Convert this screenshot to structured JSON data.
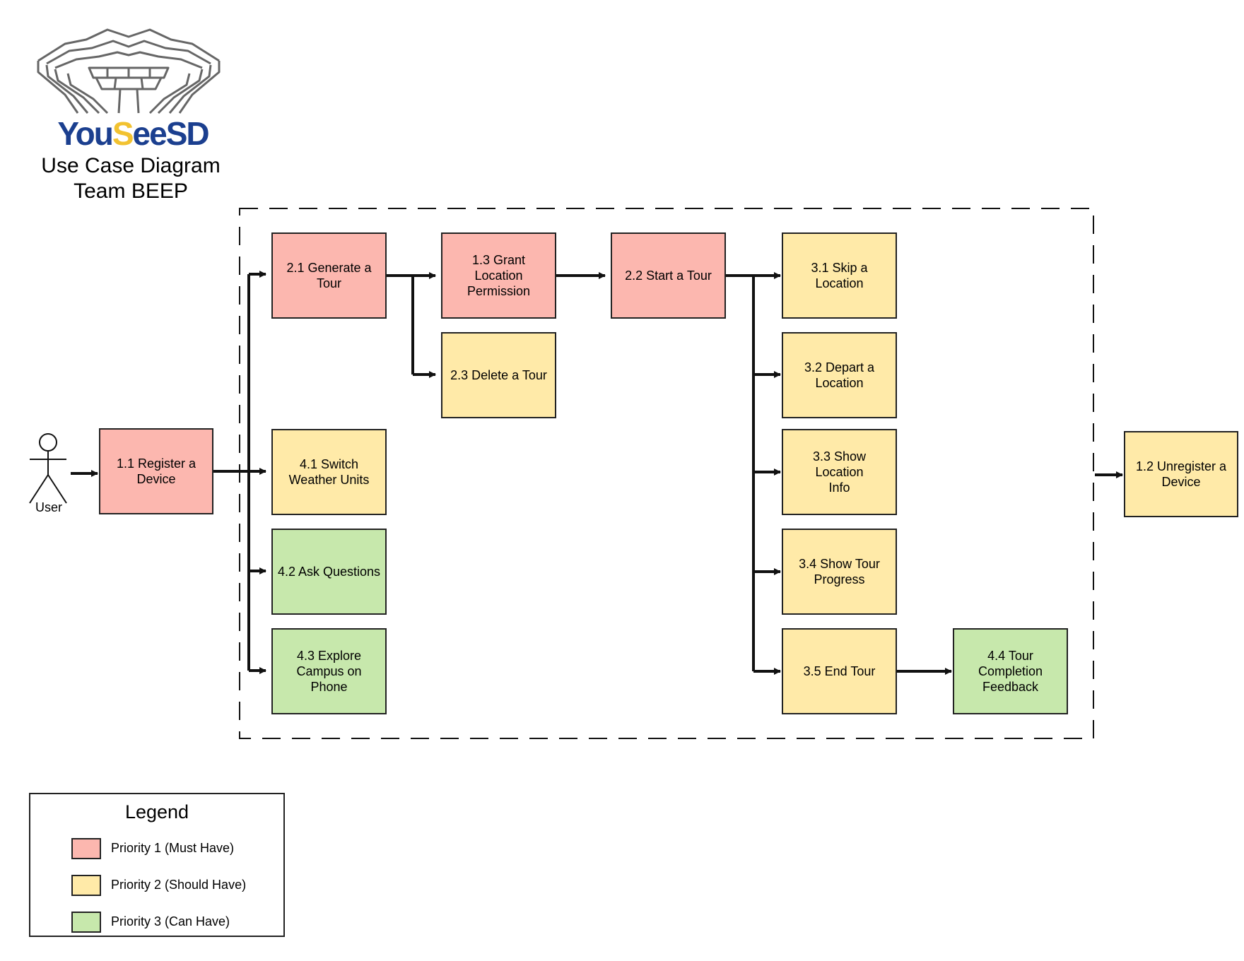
{
  "header": {
    "brand_part1": "You",
    "brand_accent": "S",
    "brand_part2": "eeSD",
    "title_line1": "Use Case Diagram",
    "title_line2": "Team BEEP"
  },
  "actor": {
    "label": "User"
  },
  "use_cases": {
    "register_device": {
      "label": "1.1 Register a\nDevice",
      "priority": 1
    },
    "unregister_device": {
      "label": "1.2 Unregister a\nDevice",
      "priority": 2
    },
    "grant_location_permission": {
      "label": "1.3 Grant Location\nPermission",
      "priority": 1
    },
    "generate_tour": {
      "label": "2.1 Generate a\nTour",
      "priority": 1
    },
    "start_tour": {
      "label": "2.2 Start a Tour",
      "priority": 1
    },
    "delete_tour": {
      "label": "2.3 Delete a Tour",
      "priority": 2
    },
    "skip_location": {
      "label": "3.1 Skip a\nLocation",
      "priority": 2
    },
    "depart_location": {
      "label": "3.2 Depart a\nLocation",
      "priority": 2
    },
    "show_location_info": {
      "label": "3.3 Show Location\nInfo",
      "priority": 2
    },
    "show_tour_progress": {
      "label": "3.4 Show Tour\nProgress",
      "priority": 2
    },
    "end_tour": {
      "label": "3.5 End Tour",
      "priority": 2
    },
    "switch_weather_units": {
      "label": "4.1 Switch\nWeather Units",
      "priority": 2
    },
    "ask_questions": {
      "label": "4.2 Ask Questions",
      "priority": 3
    },
    "explore_campus": {
      "label": "4.3 Explore\nCampus on Phone",
      "priority": 3
    },
    "tour_completion_feedback": {
      "label": "4.4 Tour\nCompletion\nFeedback",
      "priority": 3
    }
  },
  "legend": {
    "title": "Legend",
    "items": [
      {
        "label": "Priority 1 (Must Have)",
        "color": "#fcb7af"
      },
      {
        "label": "Priority 2 (Should Have)",
        "color": "#ffeaa8"
      },
      {
        "label": "Priority 3 (Can Have)",
        "color": "#c7e8ac"
      }
    ]
  },
  "colors": {
    "priority1": "#fcb7af",
    "priority2": "#ffeaa8",
    "priority3": "#c7e8ac",
    "brand_blue": "#1b3f8f",
    "brand_yellow": "#f2c230",
    "line": "#111111"
  }
}
